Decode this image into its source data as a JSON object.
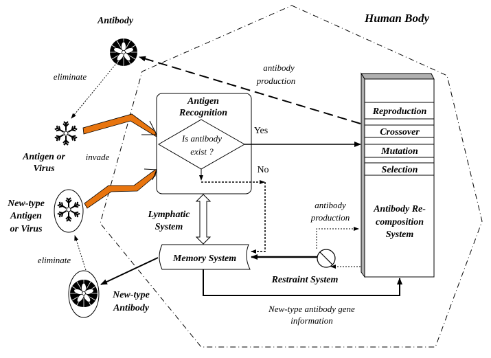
{
  "title": "Human Body",
  "colors": {
    "invade_arrow": "#E8750F",
    "line": "#000000",
    "box_shadow": "#B0B0B0",
    "background": "#FFFFFF"
  },
  "nodes": {
    "antibody": "Antibody",
    "antigen_line1": "Antigen  or",
    "antigen_line2": "Virus",
    "new_antigen_line1": "New-type",
    "new_antigen_line2": "Antigen",
    "new_antigen_line3": "or  Virus",
    "new_antibody_line1": "New-type",
    "new_antibody_line2": "Antibody",
    "antigen_recognition_line1": "Antigen",
    "antigen_recognition_line2": "Recognition",
    "decision_line1": "Is antibody",
    "decision_line2": "exist ?",
    "lymphatic_line1": "Lymphatic",
    "lymphatic_line2": "System",
    "memory_system": "Memory System",
    "restraint_system": "Restraint System",
    "recomposition_line1": "Antibody Re-",
    "recomposition_line2": "composition",
    "recomposition_line3": "System",
    "operators": [
      "Reproduction",
      "Crossover",
      "Mutation",
      "Selection"
    ]
  },
  "edges": {
    "eliminate_top": "eliminate",
    "eliminate_bottom": "eliminate",
    "invade": "invade",
    "yes": "Yes",
    "no": "No",
    "antibody_production_top_line1": "antibody",
    "antibody_production_top_line2": "production",
    "antibody_production_right_line1": "antibody",
    "antibody_production_right_line2": "production",
    "gene_info_line1": "New-type antibody gene",
    "gene_info_line2": "information"
  }
}
